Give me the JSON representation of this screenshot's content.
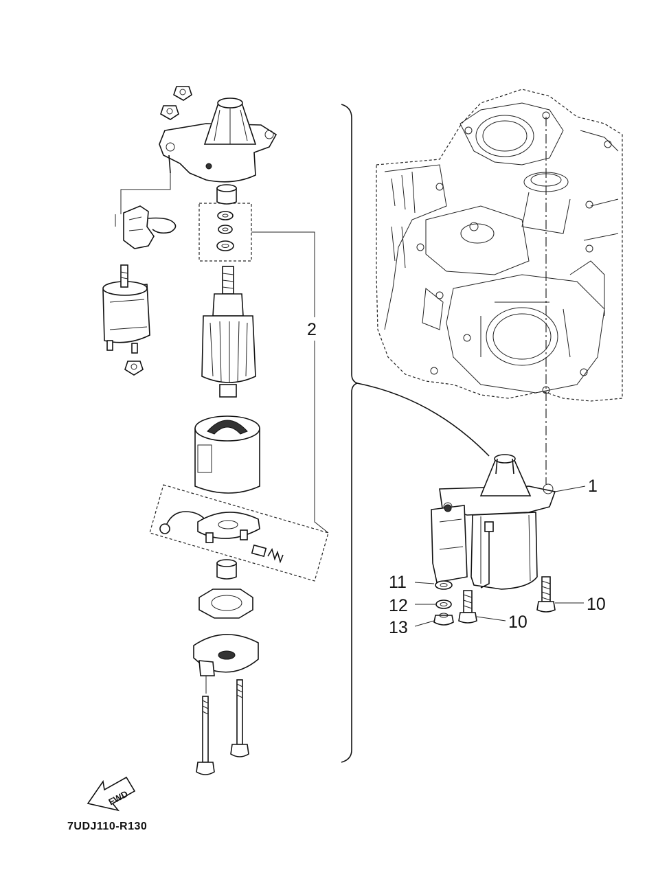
{
  "callouts": {
    "c1": "1",
    "c2": "2",
    "c10a": "10",
    "c10b": "10",
    "c11": "11",
    "c12": "12",
    "c13": "13"
  },
  "fwd_label": "FWD",
  "drawing_code": "7UDJ110-R130"
}
